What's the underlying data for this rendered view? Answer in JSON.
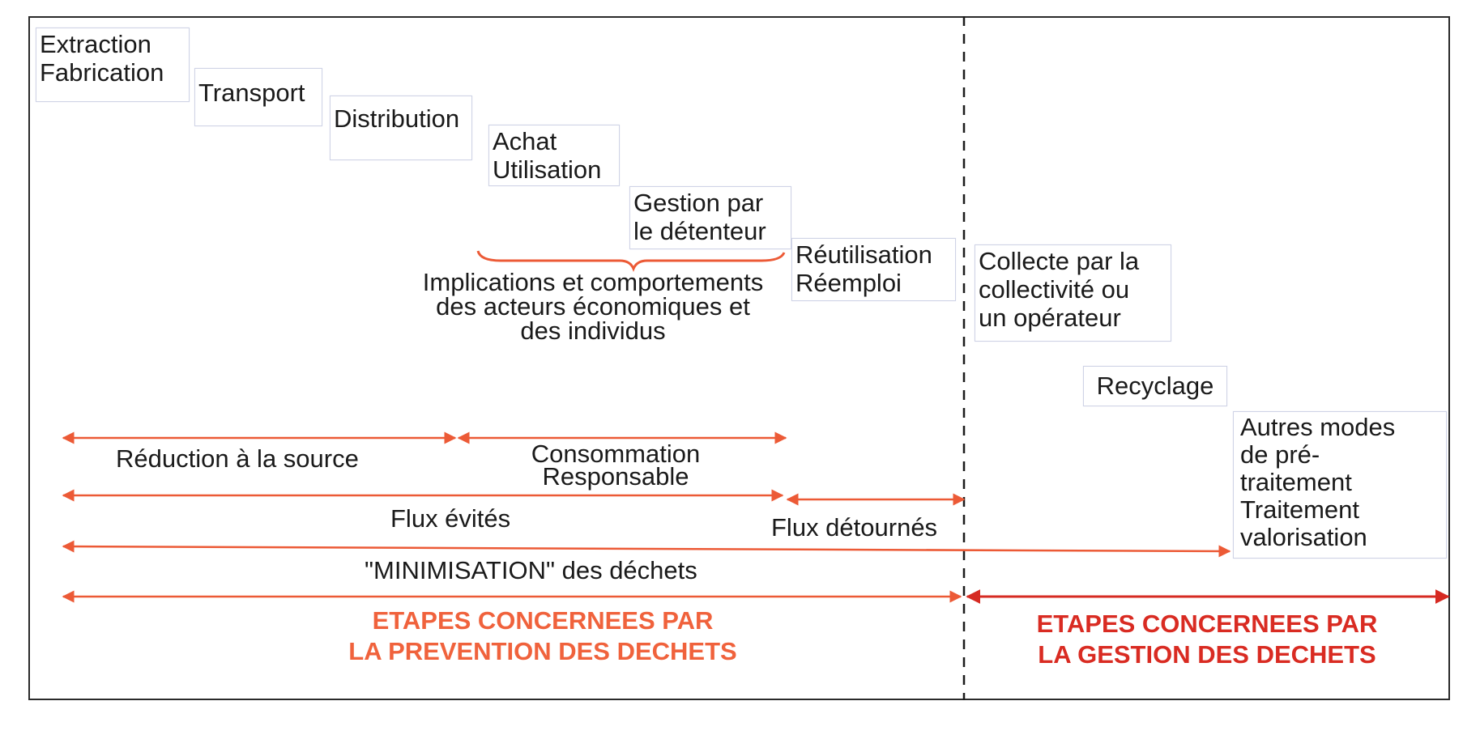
{
  "stages": {
    "extraction": [
      "Extraction",
      "Fabrication"
    ],
    "transport": [
      "Transport"
    ],
    "distribution": [
      "Distribution"
    ],
    "achat": [
      "Achat",
      "Utilisation"
    ],
    "gestion_detenteur": [
      "Gestion par",
      "le détenteur"
    ],
    "reutilisation": [
      "Réutilisation",
      "Réemploi"
    ],
    "collecte": [
      "Collecte par la",
      "collectivité ou",
      "un opérateur"
    ],
    "recyclage": [
      "Recyclage"
    ],
    "autres": [
      "Autres modes",
      "de pré-",
      "traitement",
      "Traitement",
      "valorisation"
    ]
  },
  "implications": [
    "Implications et comportements",
    "des acteurs économiques et",
    "des individus"
  ],
  "arrows": {
    "reduction": "Réduction à la source",
    "consommation": [
      "Consommation",
      "Responsable"
    ],
    "flux_evites": "Flux évités",
    "flux_detournes": "Flux détournés",
    "minimisation": "\"MINIMISATION\" des déchets"
  },
  "sections": {
    "prevention": [
      "ETAPES CONCERNEES PAR",
      "LA PREVENTION DES DECHETS"
    ],
    "gestion": [
      "ETAPES CONCERNEES PAR",
      "LA GESTION DES DECHETS"
    ]
  },
  "colors": {
    "arrow_orange": "#ec5a36",
    "arrow_red": "#d62a22",
    "prevention_text": "#f0623c",
    "gestion_text": "#d92b22"
  }
}
